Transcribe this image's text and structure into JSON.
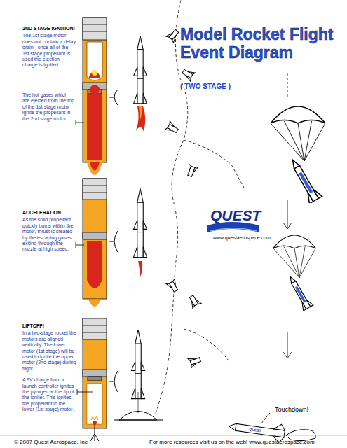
{
  "diagram": {
    "title": "Model Rocket Flight Event Diagram",
    "labels": [
      "2ND STAGE IGNITION!",
      "The 1st stage motor does not contain a delay grain - once all of the 1st stage propellant is used the ejection charge is ignited.",
      "The hot gases which are ejected from the top of the 1st stage motor ignite the propellant in the 2nd stage motor.",
      "ACCELERATION",
      "As the solid propellant quickly burns within the motor, thrust is created by the escaping gases exiting through the nozzle at high speed.",
      "LIFTOFF!",
      "In a two-stage rocket the motors are aligned vertically. The lower motor (1st stage) will be used to ignite the upper motor (2nd stage) during flight.",
      "A 9V charge from a launch controller ignites the pyrogen at the tip of the igniter. This ignites the propellant in the lower (1st stage) motor.",
      "( TWO STAGE )",
      "QUEST",
      "www.questaerospace.com",
      "Touchdown!",
      "QUEST",
      "© 2007 Quest Aerospace, Inc",
      "For more resources visit us on the web! www.questaerospace.com"
    ]
  }
}
